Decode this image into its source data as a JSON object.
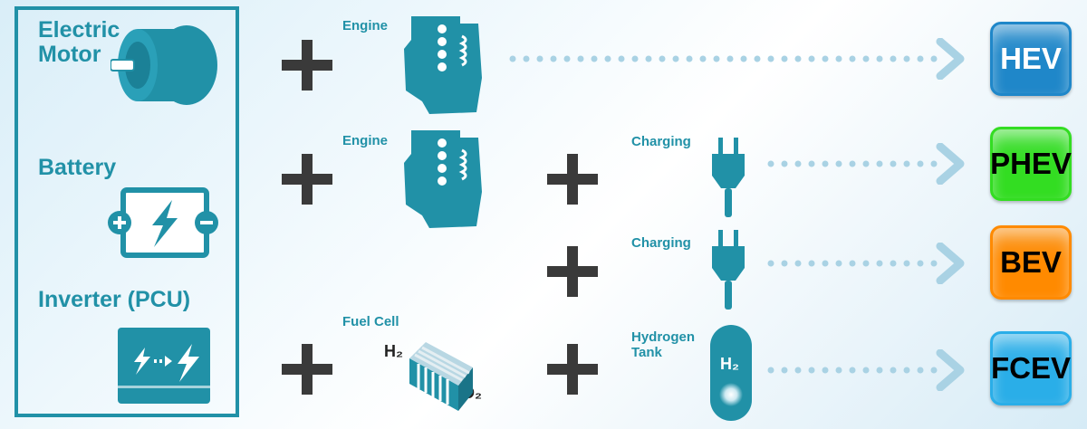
{
  "components": {
    "electric_motor": "Electric\nMotor",
    "battery": "Battery",
    "inverter": "Inverter (PCU)"
  },
  "labels": {
    "engine_1": "Engine",
    "engine_2": "Engine",
    "fuel_cell": "Fuel Cell",
    "charging_1": "Charging",
    "charging_2": "Charging",
    "hydrogen_tank": "Hydrogen\nTank",
    "fc_h2": "H₂",
    "fc_o2": "O₂",
    "tank_h2": "H₂"
  },
  "vehicles": [
    {
      "label": "HEV",
      "color": "#1f87c9",
      "text_color": "#ffffff"
    },
    {
      "label": "PHEV",
      "color": "#33dd22",
      "text_color": "#000000"
    },
    {
      "label": "BEV",
      "color": "#ff8a00",
      "text_color": "#000000"
    },
    {
      "label": "FCEV",
      "color": "#2aaee8",
      "text_color": "#000000"
    }
  ],
  "colors": {
    "accent": "#2191a7",
    "plus": "#3a3a3a",
    "arrow": "#a9d2e4"
  }
}
